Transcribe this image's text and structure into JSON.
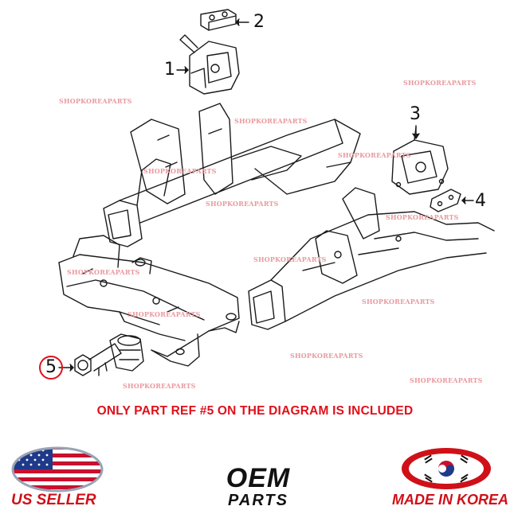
{
  "callouts": {
    "c1": "1",
    "c2": "2",
    "c3": "3",
    "c4": "4",
    "c5": "5"
  },
  "watermark": "SHOPKOREAPARTS",
  "notice": "ONLY PART REF #5 ON THE DIAGRAM IS INCLUDED",
  "badges": {
    "us": "US SELLER",
    "oem_title": "OEM",
    "oem_sub": "PARTS",
    "korea": "MADE IN KOREA"
  },
  "colors": {
    "notice_red": "#e0101a",
    "highlight_circle": "#e0101a",
    "watermark": "#e89aa0",
    "flag_blue": "#1f3a8a",
    "flag_red": "#c8102e"
  }
}
